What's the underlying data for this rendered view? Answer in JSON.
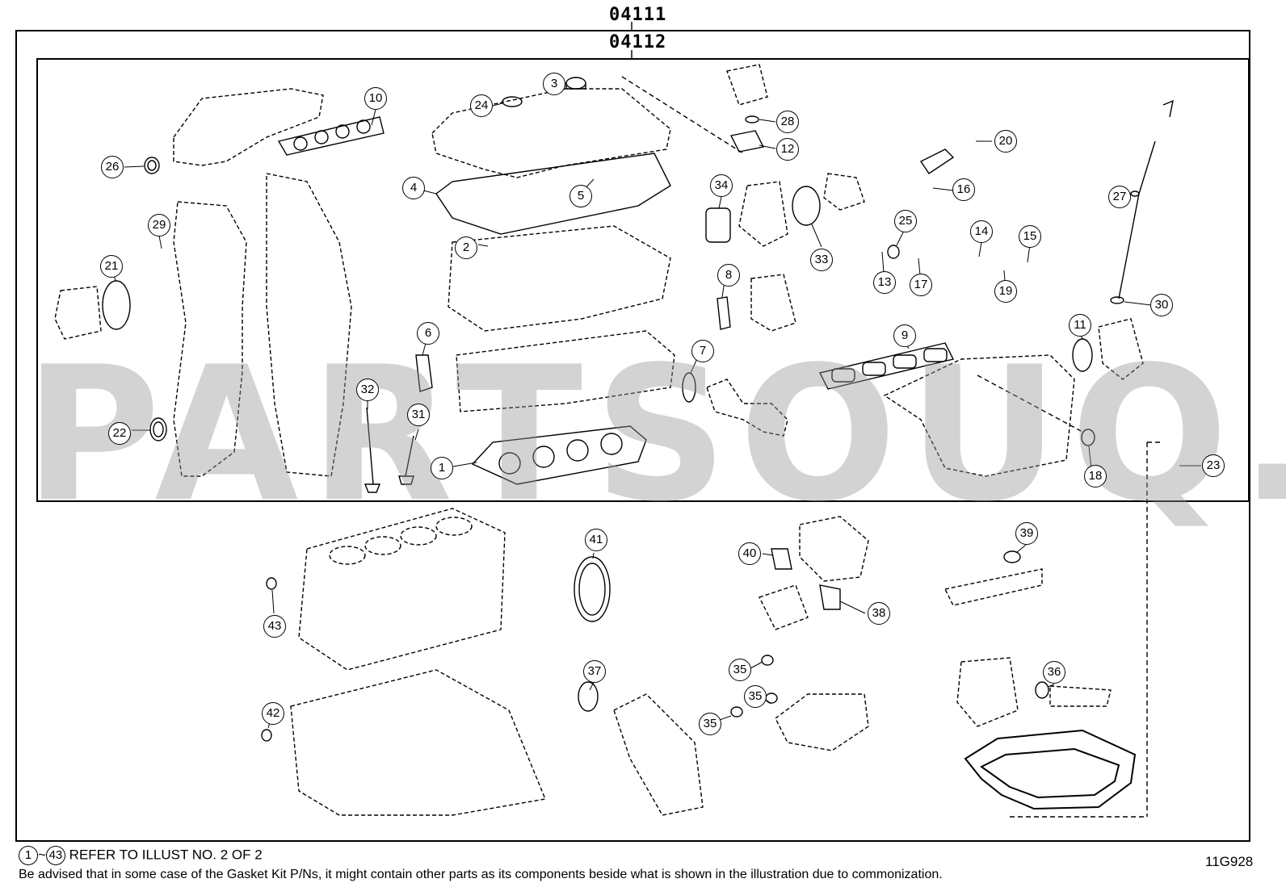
{
  "header": {
    "kit_outer": "04111",
    "kit_inner": "04112"
  },
  "watermark": "PARTSOUQ.COM",
  "callouts": [
    {
      "id": "c1",
      "label": "1"
    },
    {
      "id": "c2",
      "label": "2"
    },
    {
      "id": "c3",
      "label": "3"
    },
    {
      "id": "c4",
      "label": "4"
    },
    {
      "id": "c5",
      "label": "5"
    },
    {
      "id": "c6",
      "label": "6"
    },
    {
      "id": "c7",
      "label": "7"
    },
    {
      "id": "c8",
      "label": "8"
    },
    {
      "id": "c9",
      "label": "9"
    },
    {
      "id": "c10",
      "label": "10"
    },
    {
      "id": "c11",
      "label": "11"
    },
    {
      "id": "c12",
      "label": "12"
    },
    {
      "id": "c13",
      "label": "13"
    },
    {
      "id": "c14",
      "label": "14"
    },
    {
      "id": "c15",
      "label": "15"
    },
    {
      "id": "c16",
      "label": "16"
    },
    {
      "id": "c17",
      "label": "17"
    },
    {
      "id": "c18",
      "label": "18"
    },
    {
      "id": "c19",
      "label": "19"
    },
    {
      "id": "c20",
      "label": "20"
    },
    {
      "id": "c21",
      "label": "21"
    },
    {
      "id": "c22",
      "label": "22"
    },
    {
      "id": "c23",
      "label": "23"
    },
    {
      "id": "c24",
      "label": "24"
    },
    {
      "id": "c25",
      "label": "25"
    },
    {
      "id": "c26",
      "label": "26"
    },
    {
      "id": "c27",
      "label": "27"
    },
    {
      "id": "c28",
      "label": "28"
    },
    {
      "id": "c29",
      "label": "29"
    },
    {
      "id": "c30",
      "label": "30"
    },
    {
      "id": "c31",
      "label": "31"
    },
    {
      "id": "c32",
      "label": "32"
    },
    {
      "id": "c33",
      "label": "33"
    },
    {
      "id": "c34",
      "label": "34"
    },
    {
      "id": "c35a",
      "label": "35"
    },
    {
      "id": "c35b",
      "label": "35"
    },
    {
      "id": "c35c",
      "label": "35"
    },
    {
      "id": "c36",
      "label": "36"
    },
    {
      "id": "c37",
      "label": "37"
    },
    {
      "id": "c38",
      "label": "38"
    },
    {
      "id": "c39",
      "label": "39"
    },
    {
      "id": "c40",
      "label": "40"
    },
    {
      "id": "c41",
      "label": "41"
    },
    {
      "id": "c42",
      "label": "42"
    },
    {
      "id": "c43",
      "label": "43"
    }
  ],
  "footer": {
    "range_start": "1",
    "range_sep": "~",
    "range_end": "43",
    "refer_text": "REFER TO ILLUST NO. 2 OF 2",
    "note": "Be advised that in some case of the Gasket Kit P/Ns,  it might contain other parts as its components beside what is shown in the illustration due to commonization.",
    "illustration_code": "11G928"
  }
}
